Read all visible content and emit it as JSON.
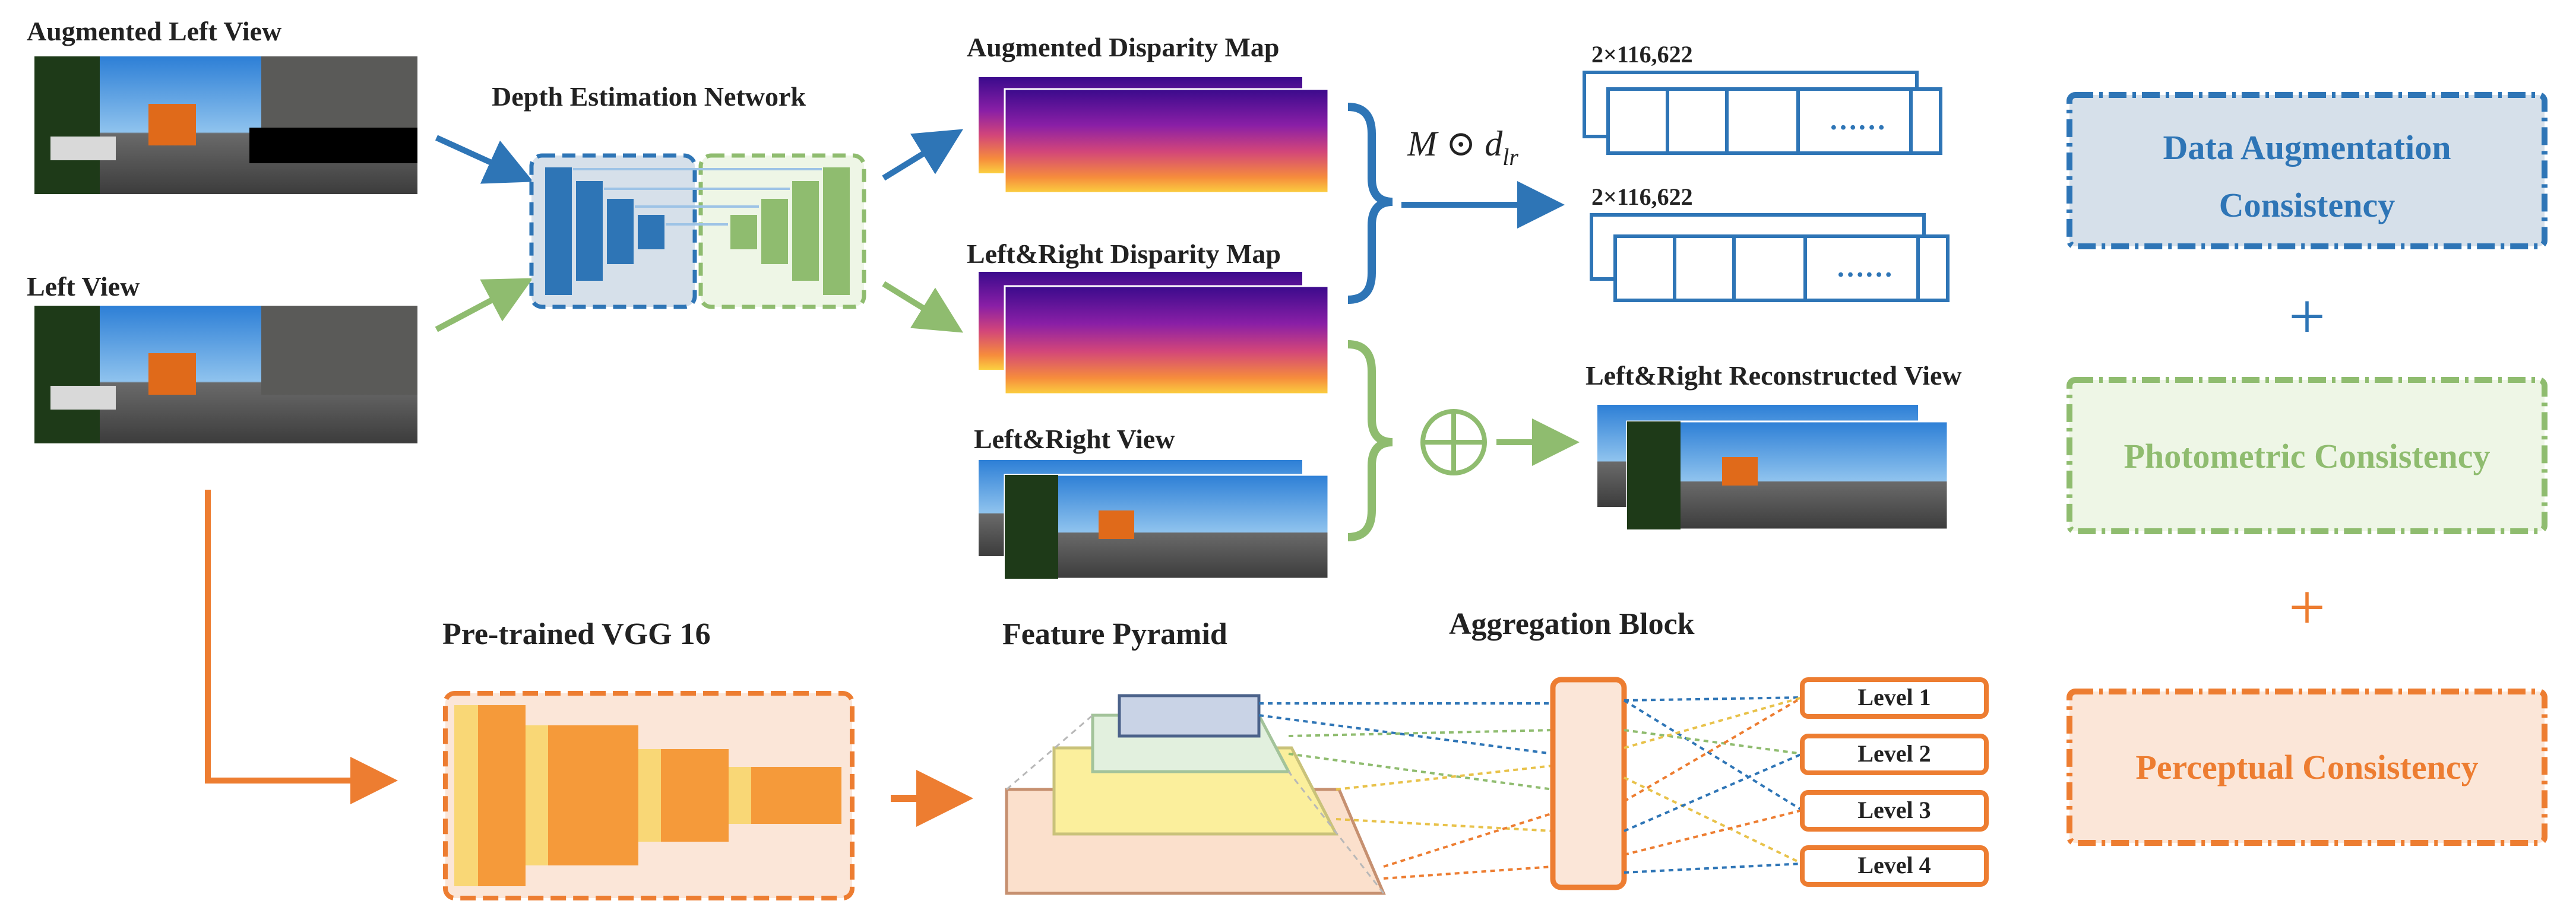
{
  "inputs": {
    "augmented_left_view": "Augmented Left View",
    "left_view": "Left View"
  },
  "depth_network": {
    "title": "Depth Estimation Network"
  },
  "disparity": {
    "augmented_title": "Augmented Disparity Map",
    "left_right_title": "Left&Right Disparity Map",
    "left_right_view_title": "Left&Right View"
  },
  "mask_op": {
    "formula_main": "M ⊙ d",
    "formula_sub": "lr",
    "tensor_shape_1": "2×116,622",
    "tensor_shape_2": "2×116,622",
    "ellipsis": "……"
  },
  "reconstruction": {
    "title": "Left&Right Reconstructed View",
    "plus_symbol": "⊕"
  },
  "losses": {
    "data_aug_line1": "Data Augmentation",
    "data_aug_line2": "Consistency",
    "photometric": "Photometric Consistency",
    "perceptual": "Perceptual Consistency",
    "plus1": "+",
    "plus2": "+"
  },
  "vgg": {
    "title": "Pre-trained VGG 16"
  },
  "pyramid": {
    "title": "Feature Pyramid"
  },
  "aggregation": {
    "title": "Aggregation Block",
    "levels": [
      "Level 1",
      "Level 2",
      "Level 3",
      "Level 4"
    ]
  },
  "colors": {
    "blue": "#2e75b6",
    "green": "#8fbc6f",
    "orange": "#ed7d31",
    "blue_fill": "#d6e0ea",
    "green_fill": "#eef6e6",
    "orange_fill": "#fbe6d8"
  }
}
